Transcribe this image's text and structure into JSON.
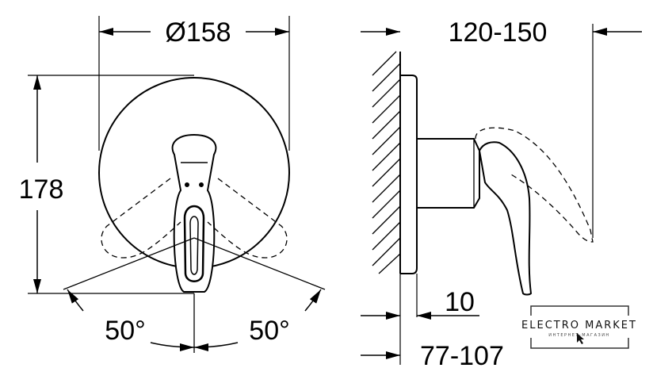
{
  "front_view": {
    "diameter_label": "Ø158",
    "height_label": "178",
    "angle_left_label": "50°",
    "angle_right_label": "50°"
  },
  "side_view": {
    "projection_label": "120-150",
    "plate_label": "10",
    "depth_label": "77-107"
  },
  "watermark": {
    "title": "ELECTRO MARKET",
    "subtitle": "ИНТЕРНЕТ-МАГАЗИН"
  }
}
